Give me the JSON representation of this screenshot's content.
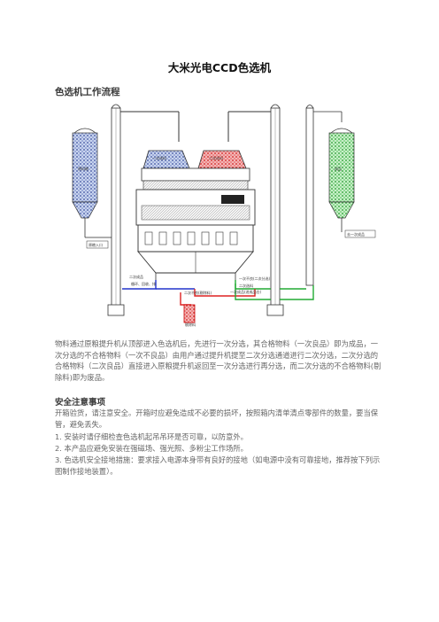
{
  "title": "大米光电CCD色选机",
  "section1": {
    "heading": "色选机工作流程"
  },
  "diagram": {
    "tank_left_label": "原料粮",
    "tank_right_label": "成品",
    "left_bottom_label": "原粮入口",
    "right_bottom_label": "去一次成品",
    "machine_left_label": "一次选料",
    "machine_right_label": "二次选料",
    "pipe_label_1": "二次成品",
    "pipe_label_2": "一次不良(二次分选)",
    "pipe_label_3": "二次不良(剔除料)",
    "pipe_label_4": "二次选料",
    "pipe_label_5": "一次成品(进成品仓)",
    "pipe_label_6": "循环、回收、排",
    "sack_label": "剔除料"
  },
  "paragraph1": "物料通过原粮提升机从顶部进入色选机后，先进行一次分选，其合格物料（一次良品）即为成品，一次分选的不合格物料（一次不良品）由用户通过提升机提至二次分选通道进行二次分选，二次分选的合格物料（二次良品）直接进入原粮提升机返回至一次分选进行再分选，而二次分选的不合格物料(剔除料)即为废品。",
  "section2": {
    "heading": "安全注意事项",
    "intro": "开箱验货，请注意安全。开箱时应避免造成不必要的损坏，按照箱内清单清点零部件的数量，要当保管，避免丢失。",
    "items": [
      "1. 安装时请仔细检查色选机起吊吊环是否可靠，以防意外。",
      "2. 本产品应避免安装在强磁场、强光照、多粉尘工作场所。",
      "3. 色选机安全接地措施：要求接入电源本身带有良好的接地（如电源中没有可靠接地，推荐按下列示图制作接地装置）。"
    ]
  }
}
